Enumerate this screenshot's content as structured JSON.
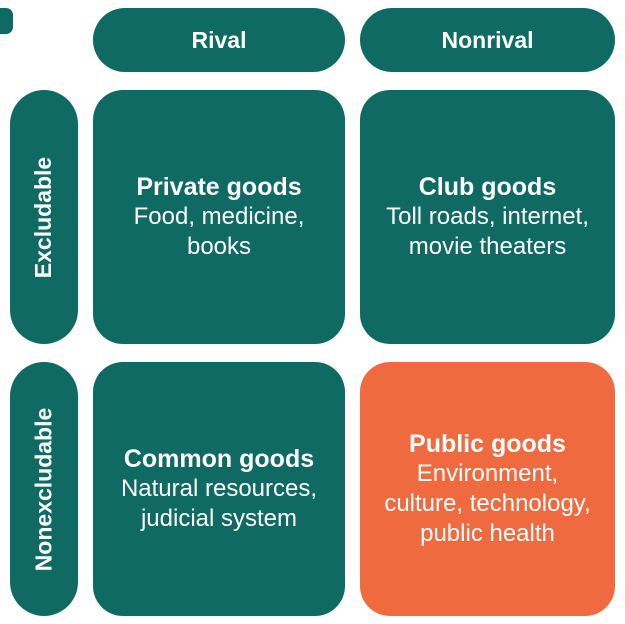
{
  "colors": {
    "teal": "#0e6a63",
    "orange": "#ef6a3e",
    "text": "#ffffff",
    "background": "#ffffff"
  },
  "matrix": {
    "column_headers": {
      "rival": "Rival",
      "nonrival": "Nonrival"
    },
    "row_headers": {
      "excludable": "Excludable",
      "nonexcludable": "Nonexcludable"
    },
    "cells": {
      "private": {
        "title": "Private goods",
        "description": "Food, medicine,\nbooks"
      },
      "club": {
        "title": "Club goods",
        "description": "Toll roads, internet,\nmovie theaters"
      },
      "common": {
        "title": "Common goods",
        "description": "Natural resources,\njudicial system"
      },
      "public": {
        "title": "Public goods",
        "description": "Environment,\nculture, technology,\npublic health"
      }
    }
  }
}
